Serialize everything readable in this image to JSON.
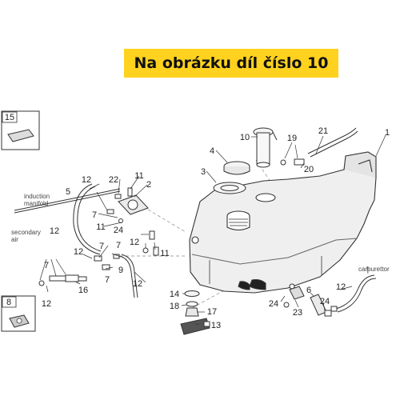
{
  "banner": {
    "text": "Na obrázku díl číslo 10",
    "color": "#ffd21f"
  },
  "diagram": {
    "callouts": {
      "n1": "1",
      "n2": "2",
      "n3": "3",
      "n4": "4",
      "n5": "5",
      "n6": "6",
      "n7": "7",
      "n8": "8",
      "n9": "9",
      "n10": "10",
      "n11": "11",
      "n12": "12",
      "n13": "13",
      "n14": "14",
      "n15": "15",
      "n16": "16",
      "n17": "17",
      "n18": "18",
      "n19": "19",
      "n20": "20",
      "n21": "21",
      "n22": "22",
      "n23": "23",
      "n24": "24"
    },
    "notes": {
      "induction": "induction",
      "manifold": "manifold",
      "secondary": "secondary",
      "air": "air",
      "carburettor": "carburettor"
    }
  }
}
